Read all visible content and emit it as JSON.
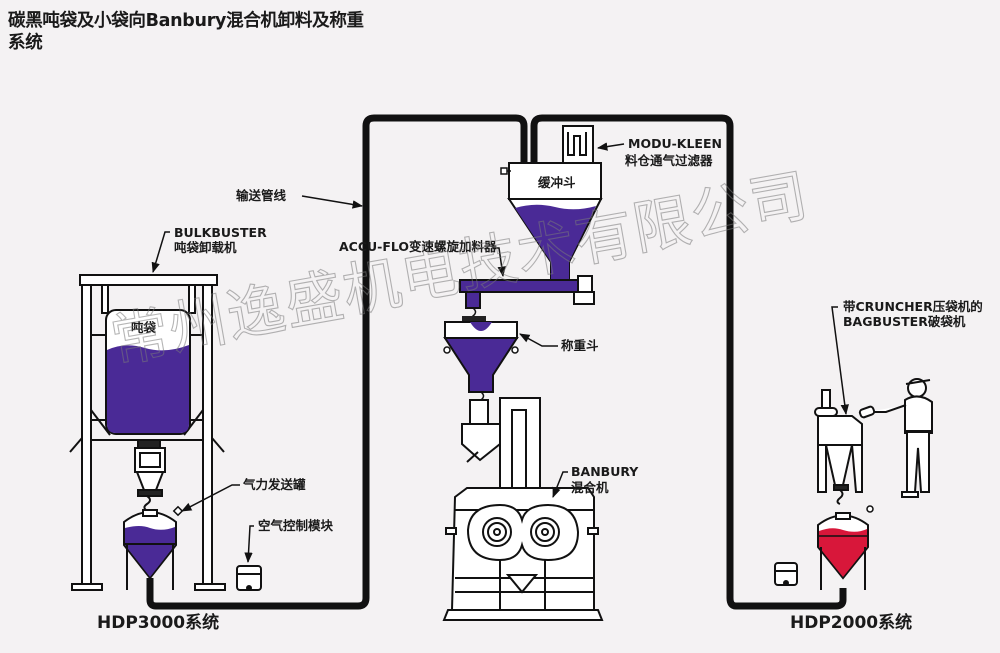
{
  "title": {
    "line1": "碳黑吨袋及小袋向Banbury混合机卸料及称重",
    "line2": "系统"
  },
  "labels": {
    "conveying_line": "输送管线",
    "bulkbuster_en": "BULKBUSTER",
    "bulkbuster_cn": "吨袋卸载机",
    "bulk_bag": "吨袋",
    "accu_flo": "ACCU-FLO变速螺旋加料器",
    "modu_kleen_en": "MODU-KLEEN",
    "modu_kleen_cn": "料仓通气过滤器",
    "surge_hopper": "缓冲斗",
    "weigh_hopper": "称重斗",
    "pneumatic_vessel": "气力发送罐",
    "air_control": "空气控制模块",
    "banbury_en": "BANBURY",
    "banbury_cn": "混合机",
    "bagbuster_line1": "带CRUNCHER压袋机的",
    "bagbuster_line2": "BAGBUSTER破袋机",
    "hdp3000": "HDP3000系统",
    "hdp2000": "HDP2000系统"
  },
  "watermark": {
    "text": "常州逸盛机电技术有限公司",
    "chars": [
      "常",
      "州",
      "逸",
      "盛",
      "机",
      "电",
      "技",
      "术",
      "有",
      "限",
      "公",
      "司"
    ]
  },
  "colors": {
    "material_purple": "#4a2a96",
    "material_red": "#d8173a",
    "line": "#111111",
    "background": "#f4f2f3"
  }
}
